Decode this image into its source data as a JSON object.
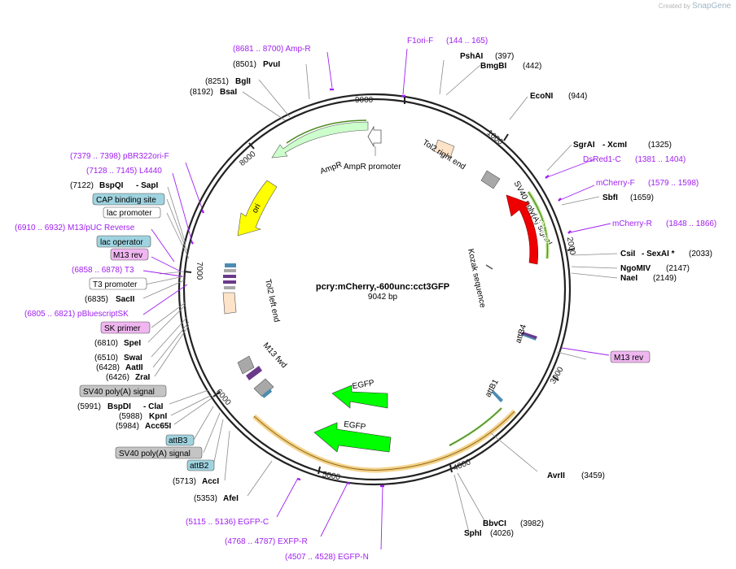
{
  "credit": {
    "prefix": "Created by",
    "brand": "SnapGene"
  },
  "plasmid": {
    "name": "pcry:mCherry,-600unc:cct3GFP",
    "length": "9042 bp"
  },
  "ticks": [
    "1000",
    "2000",
    "3000",
    "4000",
    "5000",
    "6000",
    "7000",
    "8000",
    "9000"
  ],
  "colors": {
    "ring": "#222222",
    "primer": "#a020f0",
    "enzyme": "#000000",
    "mcherry": "#ee0000",
    "egfp": "#00ff00",
    "ampr": "#ccffcc",
    "ori": "#ffff00",
    "origin_band": "#f5d28a",
    "feature_line": "#008000"
  },
  "labels": {
    "l_ampr_primer": "(8681 .. 8700)  Amp-R",
    "l_f1ori": "F1ori-F",
    "l_f1ori_pos": "(144 .. 165)",
    "l_psha_name": "PshAI",
    "l_psha_pos": "(397)",
    "l_bmgbi_name": "BmgBI",
    "l_bmgbi_pos": "(442)",
    "l_econi_name": "EcoNI",
    "l_econi_pos": "(944)",
    "l_pvui_pos": "(8501)",
    "l_pvui_name": "PvuI",
    "l_bgli_pos": "(8251)",
    "l_bgli_name": "BglI",
    "l_bsai_pos": "(8192)",
    "l_bsai_name": "BsaI",
    "l_sgrai_name": "SgrAI",
    "l_sgrai_xcm": "- XcmI",
    "l_sgrai_pos": "(1325)",
    "l_dsred": "DsRed1-C",
    "l_dsred_pos": "(1381 .. 1404)",
    "l_mchf": "mCherry-F",
    "l_mchf_pos": "(1579 .. 1598)",
    "l_sbfi_name": "SbfI",
    "l_sbfi_pos": "(1659)",
    "l_mchr": "mCherry-R",
    "l_mchr_pos": "(1848 .. 1866)",
    "l_csii_name": "CsiI",
    "l_csii_sex": "- SexAI *",
    "l_csii_pos": "(2033)",
    "l_ngo_name": "NgoMIV",
    "l_ngo_pos": "(2147)",
    "l_naei_name": "NaeI",
    "l_naei_pos": "(2149)",
    "l_pbr": "(7379 .. 7398)  pBR322ori-F",
    "l_l4440": "(7128 .. 7145)  L4440",
    "l_bspqi_pos": "(7122)",
    "l_bspqi_name": "BspQI",
    "l_bspqi_sap": "- SapI",
    "l_cap": "CAP binding site",
    "l_lacprom": "lac promoter",
    "l_m13puc": "(6910 .. 6932)  M13/pUC Reverse",
    "l_lacop": "lac operator",
    "l_m13rev": "M13 rev",
    "l_t3": "(6858 .. 6878)  T3",
    "l_t3prom": "T3 promoter",
    "l_sacii_pos": "(6835)",
    "l_sacii_name": "SacII",
    "l_pblue": "(6805 .. 6821)  pBluescriptSK",
    "l_skprimer": "SK primer",
    "l_spei_pos": "(6810)",
    "l_spei_name": "SpeI",
    "l_swai_pos": "(6510)",
    "l_swai_name": "SwaI",
    "l_aatii_pos": "(6428)",
    "l_aatii_name": "AatII",
    "l_zrai_pos": "(6426)",
    "l_zrai_name": "ZraI",
    "l_sv40a": "SV40 poly(A) signal",
    "l_bspdi_pos": "(5991)",
    "l_bspdi_name": "BspDI",
    "l_bspdi_cla": "- ClaI",
    "l_kpni_pos": "(5988)",
    "l_kpni_name": "KpnI",
    "l_acc65_pos": "(5984)",
    "l_acc65_name": "Acc65I",
    "l_attb3": "attB3",
    "l_sv40b": "SV40 poly(A) signal",
    "l_attb2": "attB2",
    "l_acci_pos": "(5713)",
    "l_acci_name": "AccI",
    "l_afei_pos": "(5353)",
    "l_afei_name": "AfeI",
    "l_egfpc": "(5115 .. 5136)  EGFP-C",
    "l_exfpr": "(4768 .. 4787)  EXFP-R",
    "l_egfpn": "(4507 .. 4528)  EGFP-N",
    "l_m13rev_right": "M13 rev",
    "l_avrii_name": "AvrII",
    "l_avrii_pos": "(3459)",
    "l_bbvci_name": "BbvCI",
    "l_bbvci_pos": "(3982)",
    "l_sphi_name": "SphI",
    "l_sphi_pos": "(4026)",
    "f_ampr": "AmpR",
    "f_ampr_prom": "AmpR promoter",
    "f_tol2r": "Tol2 right end",
    "f_sv40": "SV40 poly(A) signal",
    "f_mcherry": "mCherry",
    "f_kozak": "Kozak sequence",
    "f_ori": "ori",
    "f_tol2l": "Tol2 left end",
    "f_m13fwd": "M13 fwd",
    "f_attb4": "attB4",
    "f_attb1": "attB1",
    "f_egfp1": "EGFP",
    "f_egfp2": "EGFP"
  }
}
